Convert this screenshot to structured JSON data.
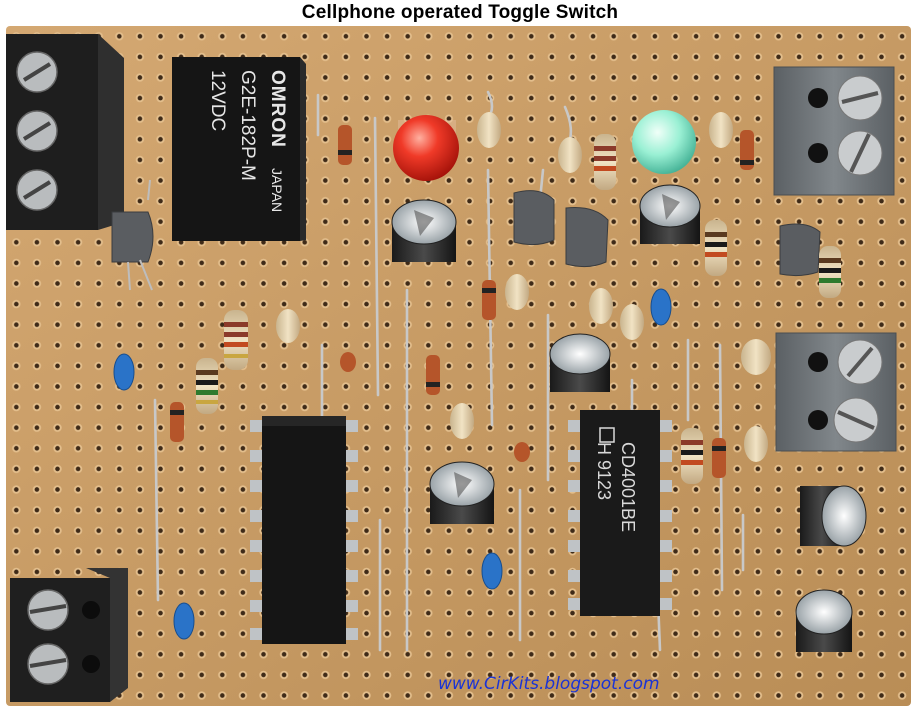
{
  "title": "Cellphone operated Toggle Switch",
  "watermark": "www.CirKits.blogspot.com",
  "relay_markings": {
    "brand": "OMRON",
    "country": "JAPAN",
    "model": "G2E-182P-M",
    "voltage": "12VDC"
  },
  "ic_markings": {
    "line1": "CD4001BE",
    "line2": "H 9123"
  },
  "colors": {
    "board": "#c79b62",
    "hole": "#4a3320",
    "copper_pad": "#d8b27e",
    "terminal_block": "#2b2b2b",
    "terminal_block_grey": "#6f7478",
    "led_red": "#e02018",
    "led_green": "#7fe8c8",
    "capacitor_blue": "#2a73c8"
  }
}
